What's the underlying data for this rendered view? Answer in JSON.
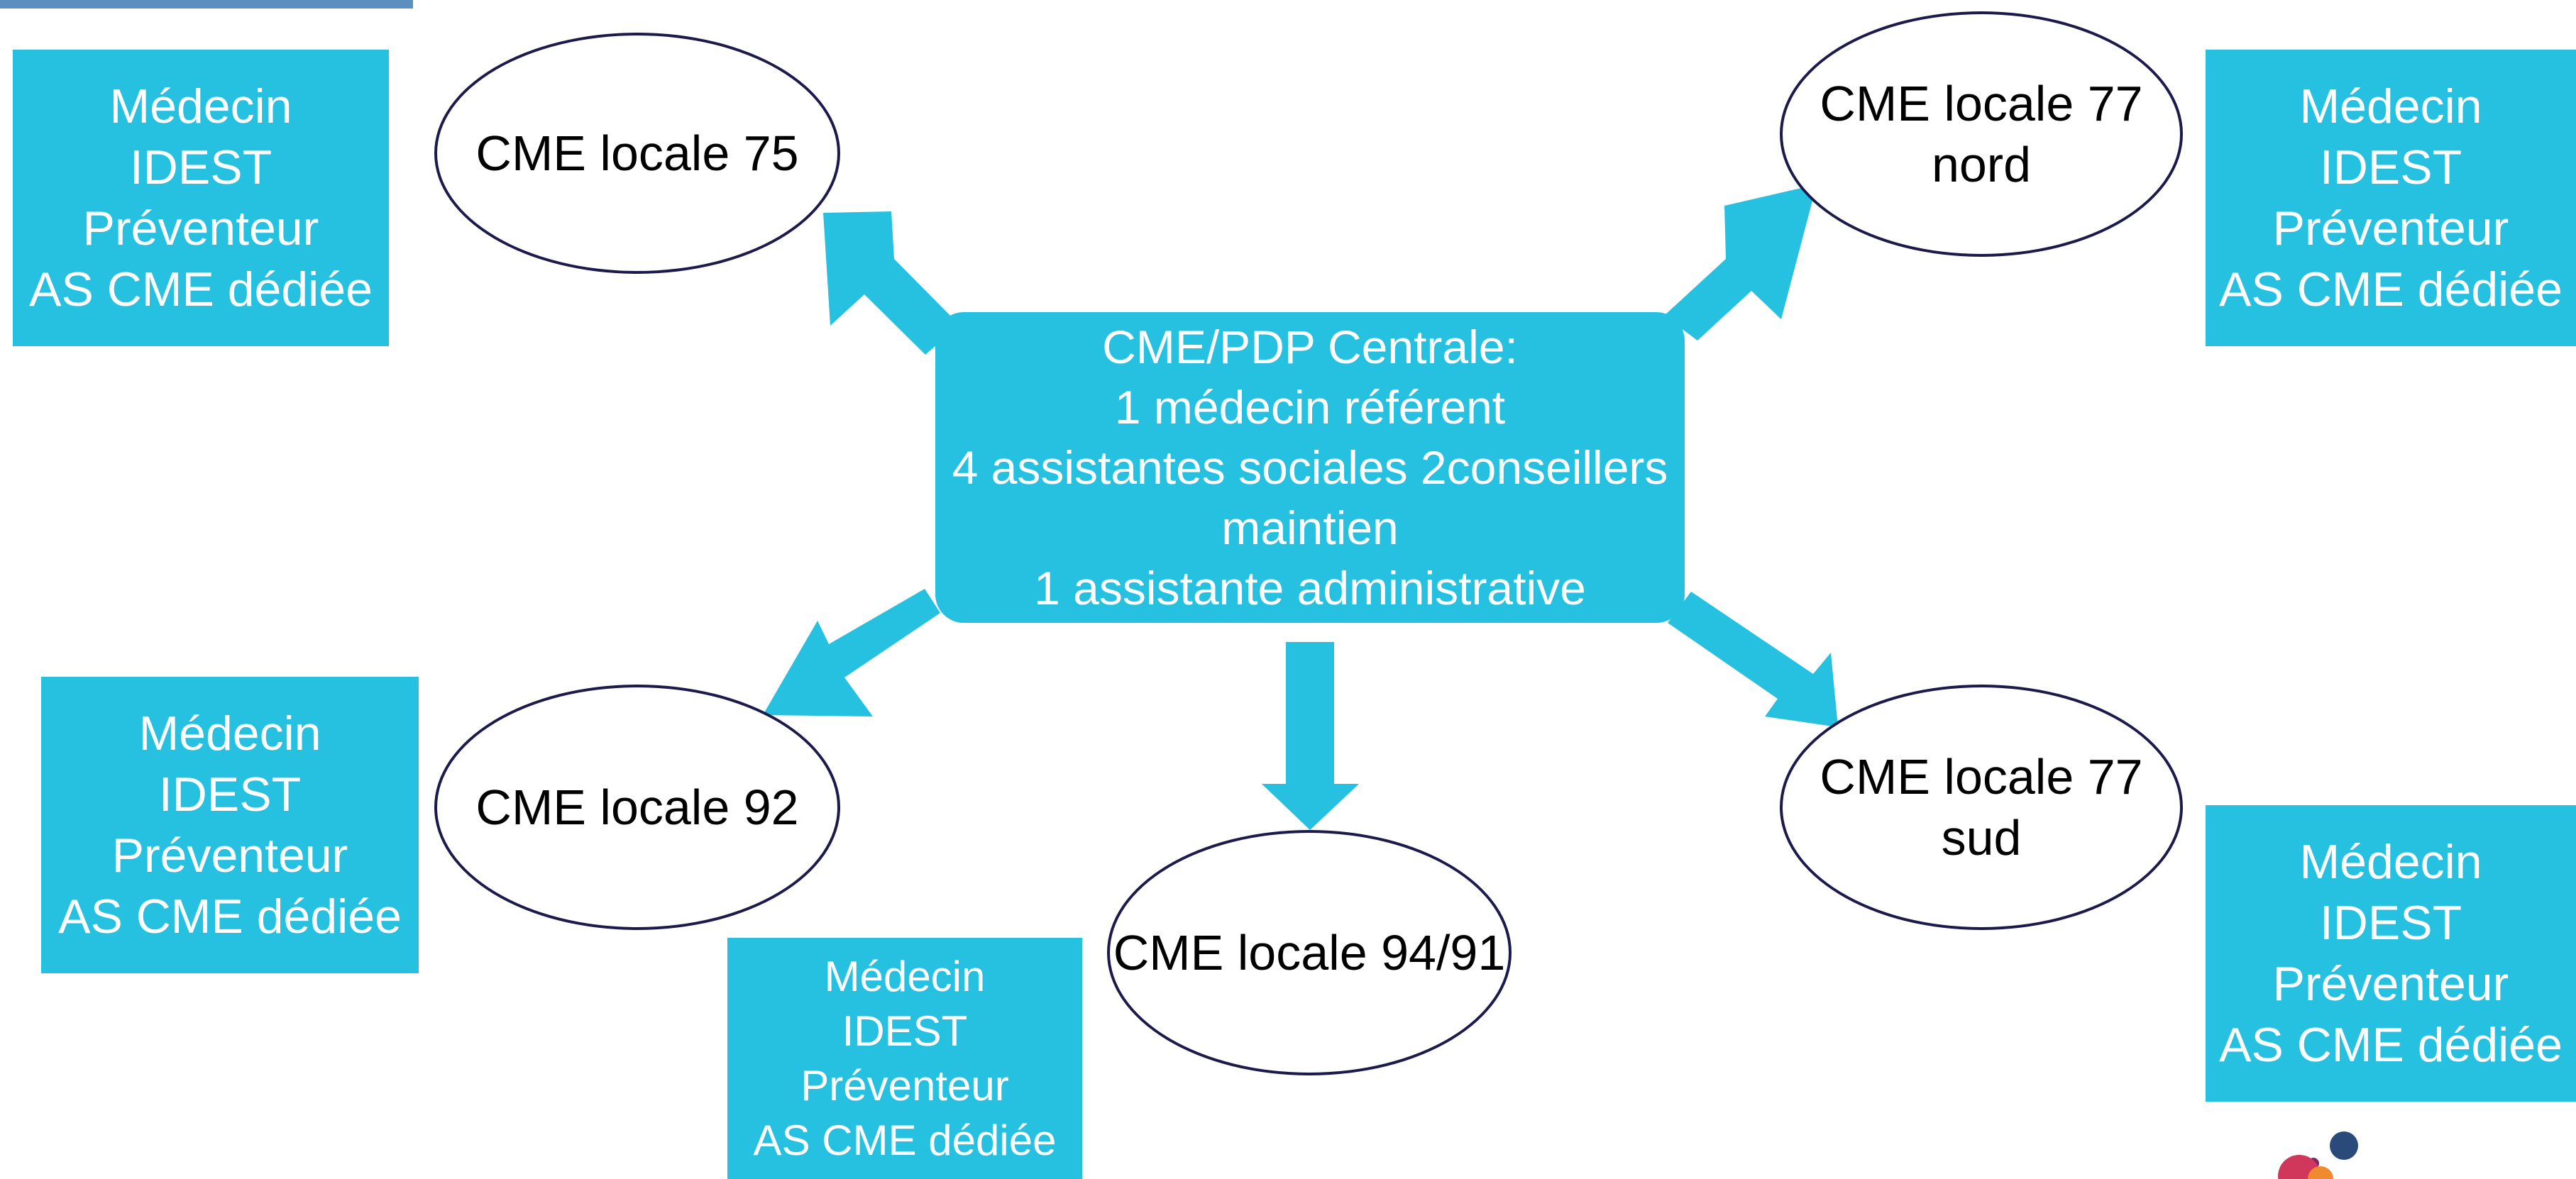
{
  "colors": {
    "box": "#26c1e1",
    "ellipse_border": "#1c1a4a",
    "top_bar": "#5a8fbf"
  },
  "central": {
    "lines": [
      "CME/PDP Centrale:",
      "1 médecin référent",
      "4 assistantes sociales 2conseillers",
      "maintien",
      "1 assistante administrative"
    ]
  },
  "locals": {
    "l75": {
      "lines": [
        "CME locale 75"
      ]
    },
    "l77n": {
      "lines": [
        "CME locale 77",
        "nord"
      ]
    },
    "l92": {
      "lines": [
        "CME locale 92"
      ]
    },
    "l9491": {
      "lines": [
        "CME locale 94/91"
      ]
    },
    "l77s": {
      "lines": [
        "CME locale 77",
        "sud"
      ]
    }
  },
  "roles": [
    "Médecin",
    "IDEST",
    "Préventeur",
    "AS CME dédiée"
  ]
}
